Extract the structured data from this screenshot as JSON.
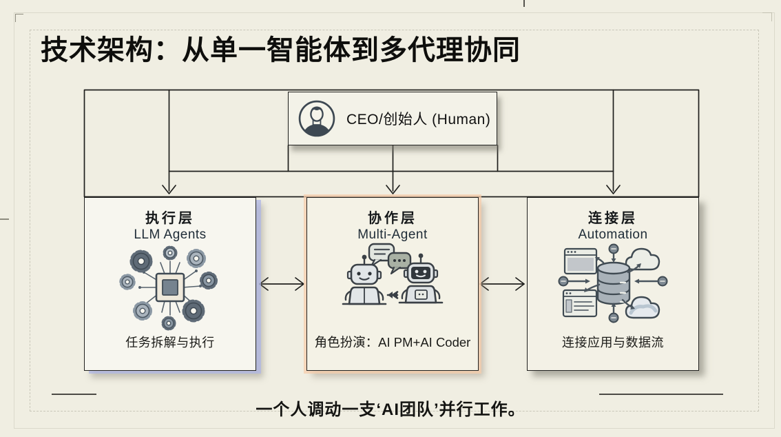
{
  "slide": {
    "title": "技术架构：从单一智能体到多代理协同",
    "footer": "一个人调动一支‘AI团队’并行工作。"
  },
  "ceo": {
    "label": "CEO/创始人 (Human)",
    "icon": "person-avatar-icon"
  },
  "layers": [
    {
      "name_zh": "执行层",
      "name_en": "LLM Agents",
      "caption": "任务拆解与执行",
      "icon": "gears-chip-icon",
      "accent_shadow": "#b0b7e5"
    },
    {
      "name_zh": "协作层",
      "name_en": "Multi-Agent",
      "caption": "角色扮演：AI PM+AI Coder",
      "icon": "robots-chat-icon",
      "accent_shadow": "#f7cdac"
    },
    {
      "name_zh": "连接层",
      "name_en": "Automation",
      "caption": "连接应用与数据流",
      "icon": "database-flow-icon",
      "accent_shadow": "#9a9890"
    }
  ],
  "colors": {
    "background": "#f0eee2",
    "wire": "#1f1f1d",
    "box_fill": "#f4f2e8"
  }
}
